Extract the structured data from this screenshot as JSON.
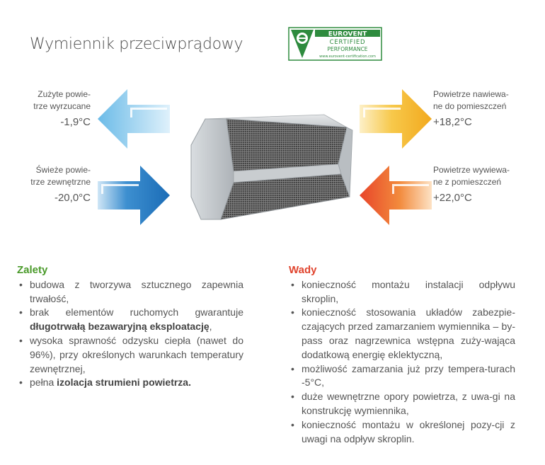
{
  "title": "Wymiennik przeciwprądowy",
  "certificate": {
    "line1": "EUROVENT",
    "line2": "CERTIFIED",
    "line3": "PERFORMANCE",
    "url": "www.eurovent-certification.com"
  },
  "flows": {
    "exhaust": {
      "line1": "Zużyte powie-",
      "line2": "trze wyrzucane",
      "temp": "-1,9°C"
    },
    "fresh": {
      "line1": "Świeże powie-",
      "line2": "trze zewnętrzne",
      "temp": "-20,0°C"
    },
    "supply": {
      "line1": "Powietrze nawiewa-",
      "line2": "ne do pomieszczeń",
      "temp": "+18,2°C"
    },
    "extract": {
      "line1": "Powietrze wywiewa-",
      "line2": "ne z pomieszczeń",
      "temp": "+22,0°C"
    }
  },
  "pros": {
    "heading": "Zalety",
    "items": [
      {
        "pre": "budowa z tworzywa sztucznego zapewnia trwałość,",
        "bold": "",
        "post": ""
      },
      {
        "pre": "brak elementów ruchomych gwarantuje ",
        "bold": "długotrwałą bezawaryjną eksploatację",
        "post": ","
      },
      {
        "pre": "wysoka sprawność odzysku ciepła (nawet do 96%), przy określonych warunkach temperatury zewnętrznej,",
        "bold": "",
        "post": ""
      },
      {
        "pre": "pełna ",
        "bold": "izolacja strumieni powietrza.",
        "post": ""
      }
    ]
  },
  "cons": {
    "heading": "Wady",
    "items": [
      "konieczność montażu instalacji odpływu skroplin,",
      "konieczność stosowania układów zabezpie-czających przed zamarzaniem wymiennika – by-pass oraz nagrzewnica wstępna zuży-wająca dodatkową energię eklektyczną,",
      "możliwość zamarzania już przy tempera-turach -5°C,",
      "duże wewnętrzne opory powietrza, z uwa-gi na konstrukcję wymiennika,",
      "konieczność montażu w określonej pozy-cji z uwagi na odpływ skroplin."
    ]
  },
  "colors": {
    "pros_heading": "#4a9a2a",
    "cons_heading": "#e0442e",
    "cert_green": "#2e8b3e"
  }
}
